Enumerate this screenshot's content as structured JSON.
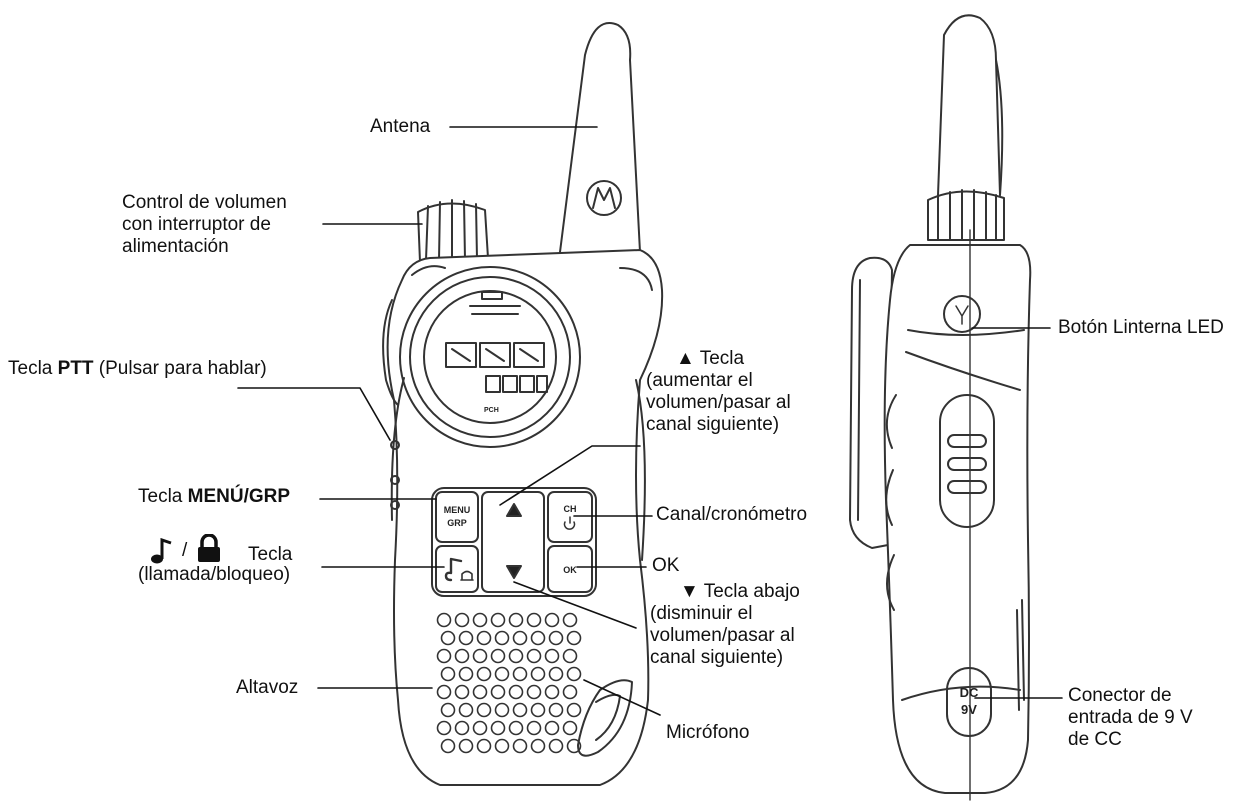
{
  "labels": {
    "antena": "Antena",
    "volumen": [
      "Control de volumen",
      "con interruptor de",
      "alimentación"
    ],
    "ptt": {
      "prefix": "Tecla ",
      "bold": "PTT",
      "suffix": " (Pulsar para hablar)"
    },
    "menu": {
      "prefix": "Tecla ",
      "bold": "MENÚ/GRP"
    },
    "llamada": {
      "sep": "/",
      "word": "Tecla",
      "line2": "(llamada/bloqueo)"
    },
    "altavoz": "Altavoz",
    "arriba": [
      "▲ Tecla",
      "(aumentar el",
      "volumen/pasar al",
      "canal siguiente)"
    ],
    "canal": "Canal/cronómetro",
    "ok": "OK",
    "abajo": [
      "▼ Tecla abajo",
      "(disminuir el",
      "volumen/pasar al",
      "canal siguiente)"
    ],
    "microfono": "Micrófono",
    "linterna": "Botón Linterna LED",
    "conector": [
      "Conector de",
      "entrada de 9 V",
      "de CC"
    ]
  },
  "device": {
    "menu_key": [
      "MENU",
      "GRP"
    ],
    "ch_key": "CH",
    "ok_key": "OK",
    "dc_port": [
      "DC",
      "9V"
    ],
    "lcd_small": "PCH",
    "logo_icon": "motorola-logo-icon"
  }
}
